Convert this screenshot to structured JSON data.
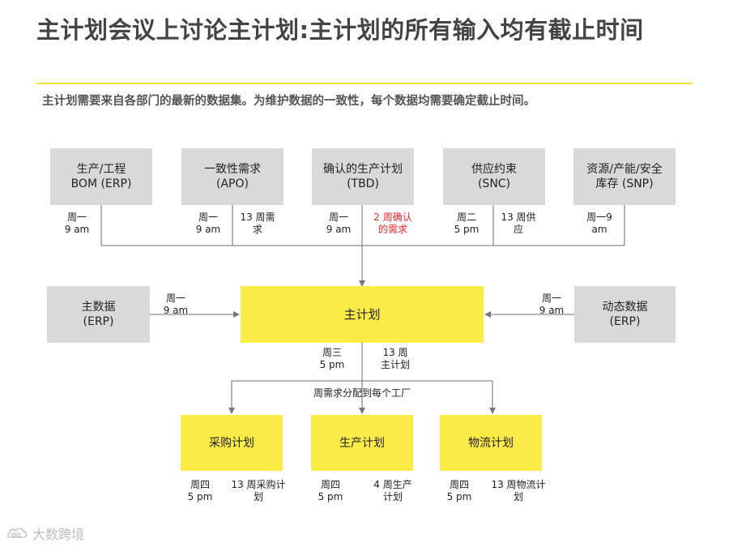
{
  "title": "主计划会议上讨论主计划:主计划的所有输入均有截止时间",
  "subtitle": "主计划需要来自各部门的最新的数据集。为维护数据的一致性，每个数据均需要确定截止时间。",
  "colors": {
    "accent_yellow": "#faeb46",
    "grey_box": "#d9d9d9",
    "highlight_red": "#e8262a",
    "rule": "#f0dc3c"
  },
  "inputs": [
    {
      "name": "生产/工程\nBOM (ERP)",
      "time": "周一\n9 am",
      "horizon": ""
    },
    {
      "name": "一致性需求\n(APO)",
      "time": "周一\n9 am",
      "horizon": "13 周需\n求"
    },
    {
      "name": "确认的生产计划\n(TBD)",
      "time": "周一\n9 am",
      "horizon": "2 周确认\n的需求"
    },
    {
      "name": "供应约束\n(SNC)",
      "time": "周二\n5 pm",
      "horizon": "13 周供\n应"
    },
    {
      "name": "资源/产能/安全\n库存 (SNP)",
      "time": "周一9\nam",
      "horizon": ""
    }
  ],
  "master_data": {
    "name": "主数据\n(ERP)",
    "time": "周一\n9 am"
  },
  "dynamic_data": {
    "name": "动态数据\n(ERP)",
    "time": "周一\n9 am"
  },
  "master_plan": {
    "name": "主计划",
    "time": "周三\n5 pm",
    "horizon": "13 周\n主计划"
  },
  "distribution_label": "周需求分配到每个工厂",
  "outputs": [
    {
      "name": "采购计划",
      "time": "周四\n5 pm",
      "horizon": "13 周采购计\n划"
    },
    {
      "name": "生产计划",
      "time": "周四\n5 pm",
      "horizon": "4 周生产\n计划"
    },
    {
      "name": "物流计划",
      "time": "周四\n5 pm",
      "horizon": "13 周物流计\n划"
    }
  ],
  "watermark": {
    "icon": "cloud-logo-icon",
    "text": "大数跨境"
  }
}
